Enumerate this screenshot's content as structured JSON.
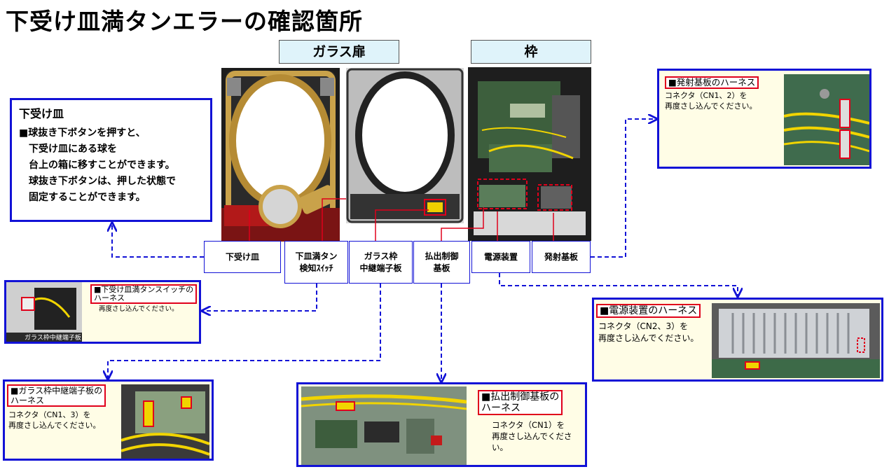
{
  "page_title": "下受け皿満タンエラーの確認箇所",
  "sections": {
    "glass_door": "ガラス扉",
    "frame": "枠"
  },
  "info_panel": {
    "heading": "下受け皿",
    "lines": [
      "■球抜き下ボタンを押すと、",
      "　下受け皿にある球を",
      "　台上の箱に移すことができます。",
      "　球抜き下ボタンは、押した状態で",
      "　固定することができます。"
    ]
  },
  "callouts": {
    "lower_tray": "下受け皿",
    "full_switch": "下皿満タン\n検知ｽｲｯﾁ",
    "glass_relay": "ガラス枠\n中継端子板",
    "payout_board": "払出制御\n基板",
    "power_unit": "電源装置",
    "launch_board": "発射基板"
  },
  "details": {
    "launch": {
      "title": "■発射基板のハーネス",
      "desc": "コネクタ（CN1、2）を\n再度さし込んでください。"
    },
    "switch": {
      "title": "■下受け皿満タンスイッチの\nハーネス",
      "desc": "再度さし込んでください。",
      "photo_caption": "ガラス枠中継端子板"
    },
    "power": {
      "title": "■電源装置のハーネス",
      "desc": "コネクタ（CN2、3）を\n再度さし込んでください。"
    },
    "glass": {
      "title": "■ガラス枠中継端子板の\nハーネス",
      "desc": "コネクタ（CN1、3）を\n再度さし込んでください。"
    },
    "payout": {
      "title": "■払出制御基板の\nハーネス",
      "desc": "コネクタ（CN1）を\n再度さし込んでください。"
    }
  },
  "colors": {
    "frame_blue": "#1212d6",
    "highlight_red": "#e0001b",
    "section_bg": "#dff3fa",
    "note_bg": "#fffde6"
  }
}
